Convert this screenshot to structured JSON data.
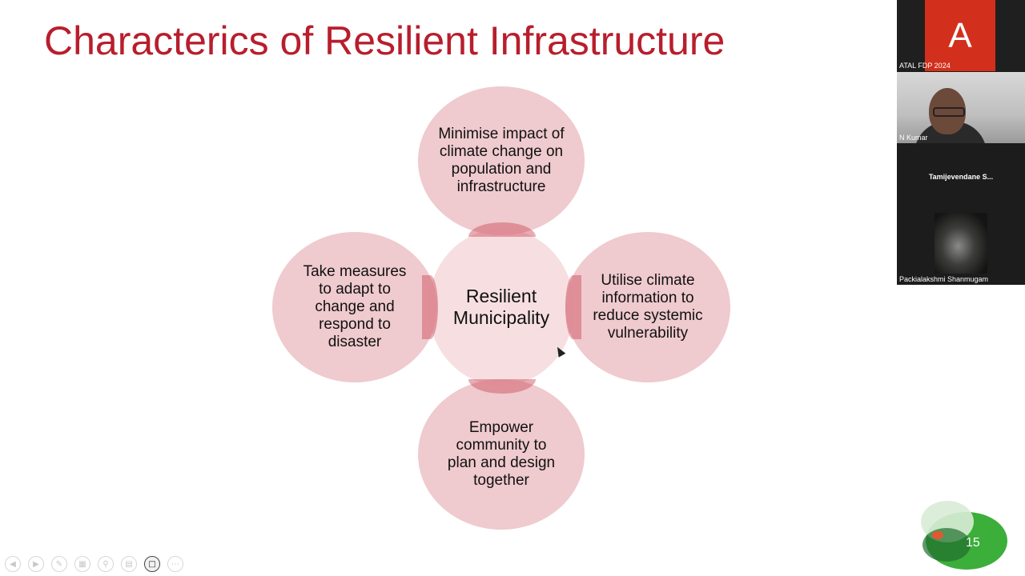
{
  "slide": {
    "title": "Characterics of Resilient Infrastructure",
    "page_number": "15"
  },
  "diagram": {
    "center": "Resilient Municipality",
    "top": "Minimise impact of climate change on population and infrastructure",
    "left": "Take measures to adapt to change and respond to disaster",
    "right": "Utilise climate information to reduce systemic vulnerability",
    "bottom": "Empower community to plan and design together"
  },
  "video_panel": {
    "tiles": [
      {
        "label": "ATAL FDP 2024",
        "avatar_letter": "A"
      },
      {
        "label": "N Kumar"
      },
      {
        "label": "Tamijevendane S..."
      },
      {
        "label": "Packialakshmi Shanmugam"
      }
    ]
  },
  "toolbar": {
    "icons": [
      "prev-icon",
      "next-icon",
      "pen-icon",
      "slides-icon",
      "zoom-icon",
      "subtitles-icon",
      "camera-icon",
      "more-icon"
    ]
  },
  "colors": {
    "title": "#b81e2c",
    "circle": "#e5aab0",
    "overlap": "#c94856",
    "badge_green": "#3cae3a"
  }
}
